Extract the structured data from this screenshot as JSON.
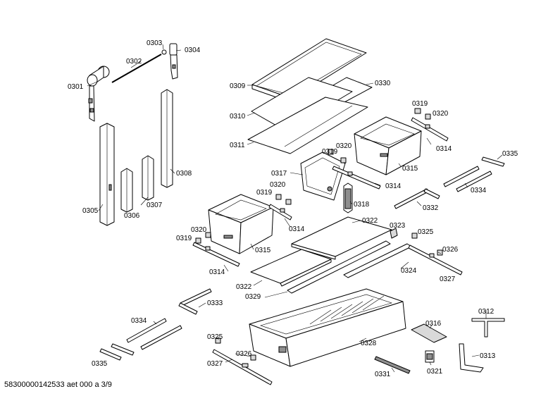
{
  "footer": {
    "text": "58300000142533 aet 000 a 3/9"
  },
  "callouts": [
    {
      "id": "c0301",
      "label": "0301"
    },
    {
      "id": "c0302",
      "label": "0302"
    },
    {
      "id": "c0303",
      "label": "0303"
    },
    {
      "id": "c0304",
      "label": "0304"
    },
    {
      "id": "c0305",
      "label": "0305"
    },
    {
      "id": "c0306",
      "label": "0306"
    },
    {
      "id": "c0307",
      "label": "0307"
    },
    {
      "id": "c0308",
      "label": "0308"
    },
    {
      "id": "c0309",
      "label": "0309"
    },
    {
      "id": "c0330",
      "label": "0330"
    },
    {
      "id": "c0310",
      "label": "0310"
    },
    {
      "id": "c0311",
      "label": "0311"
    },
    {
      "id": "c0319a",
      "label": "0319"
    },
    {
      "id": "c0320a",
      "label": "0320"
    },
    {
      "id": "c0314a",
      "label": "0314"
    },
    {
      "id": "c0335a",
      "label": "0335"
    },
    {
      "id": "c0315a",
      "label": "0315"
    },
    {
      "id": "c0319b",
      "label": "0319"
    },
    {
      "id": "c0320b",
      "label": "0320"
    },
    {
      "id": "c0317",
      "label": "0317"
    },
    {
      "id": "c0320c",
      "label": "0320"
    },
    {
      "id": "c0319c",
      "label": "0319"
    },
    {
      "id": "c0314b",
      "label": "0314"
    },
    {
      "id": "c0318",
      "label": "0318"
    },
    {
      "id": "c0334a",
      "label": "0334"
    },
    {
      "id": "c0332",
      "label": "0332"
    },
    {
      "id": "c0314c",
      "label": "0314"
    },
    {
      "id": "c0322a",
      "label": "0322"
    },
    {
      "id": "c0323",
      "label": "0323"
    },
    {
      "id": "c0325a",
      "label": "0325"
    },
    {
      "id": "c0320d",
      "label": "0320"
    },
    {
      "id": "c0319d",
      "label": "0319"
    },
    {
      "id": "c0315b",
      "label": "0315"
    },
    {
      "id": "c0326a",
      "label": "0326"
    },
    {
      "id": "c0314d",
      "label": "0314"
    },
    {
      "id": "c0324",
      "label": "0324"
    },
    {
      "id": "c0327a",
      "label": "0327"
    },
    {
      "id": "c0322b",
      "label": "0322"
    },
    {
      "id": "c0329",
      "label": "0329"
    },
    {
      "id": "c0333",
      "label": "0333"
    },
    {
      "id": "c0312",
      "label": "0312"
    },
    {
      "id": "c0334b",
      "label": "0334"
    },
    {
      "id": "c0316",
      "label": "0316"
    },
    {
      "id": "c0328",
      "label": "0328"
    },
    {
      "id": "c0313",
      "label": "0313"
    },
    {
      "id": "c0325b",
      "label": "0325"
    },
    {
      "id": "c0326b",
      "label": "0326"
    },
    {
      "id": "c0335b",
      "label": "0335"
    },
    {
      "id": "c0327b",
      "label": "0327"
    },
    {
      "id": "c0321",
      "label": "0321"
    },
    {
      "id": "c0331",
      "label": "0331"
    }
  ]
}
